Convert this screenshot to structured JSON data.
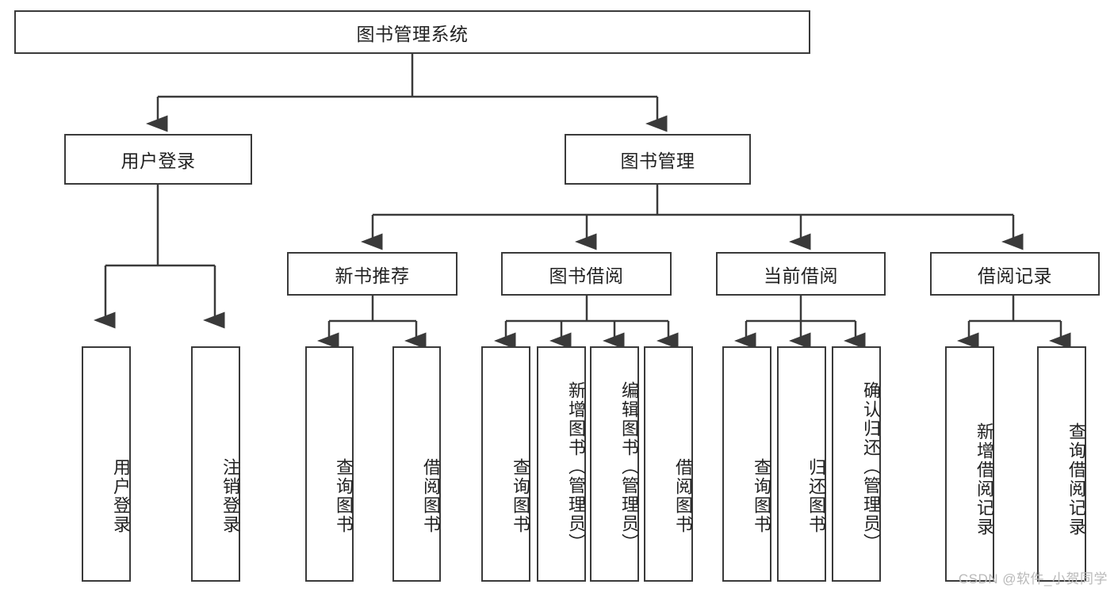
{
  "diagram": {
    "type": "tree-hierarchy",
    "title": "图书管理系统",
    "watermark": "CSDN @软件_小贺同学",
    "colors": {
      "stroke": "#3a3a3a",
      "fill": "#ffffff",
      "text": "#222222",
      "watermark": "#b9b9b9"
    },
    "nodes": {
      "root": {
        "label": "图书管理系统"
      },
      "level2": [
        {
          "label": "用户登录"
        },
        {
          "label": "图书管理"
        }
      ],
      "level3": [
        {
          "label": "新书推荐"
        },
        {
          "label": "图书借阅"
        },
        {
          "label": "当前借阅"
        },
        {
          "label": "借阅记录"
        }
      ],
      "leaves": {
        "user_login": [
          {
            "label": "用户登录"
          },
          {
            "label": "注销登录"
          }
        ],
        "new_book_recommend": [
          {
            "label": "查询图书"
          },
          {
            "label": "借阅图书"
          }
        ],
        "book_borrow": [
          {
            "label": "查询图书"
          },
          {
            "label": "新增图书（管理员）"
          },
          {
            "label": "编辑图书（管理员）"
          },
          {
            "label": "借阅图书"
          }
        ],
        "current_borrow": [
          {
            "label": "查询图书"
          },
          {
            "label": "归还图书"
          },
          {
            "label": "确认归还（管理员）"
          }
        ],
        "borrow_record": [
          {
            "label": "新增借阅记录"
          },
          {
            "label": "查询借阅记录"
          }
        ]
      }
    }
  }
}
